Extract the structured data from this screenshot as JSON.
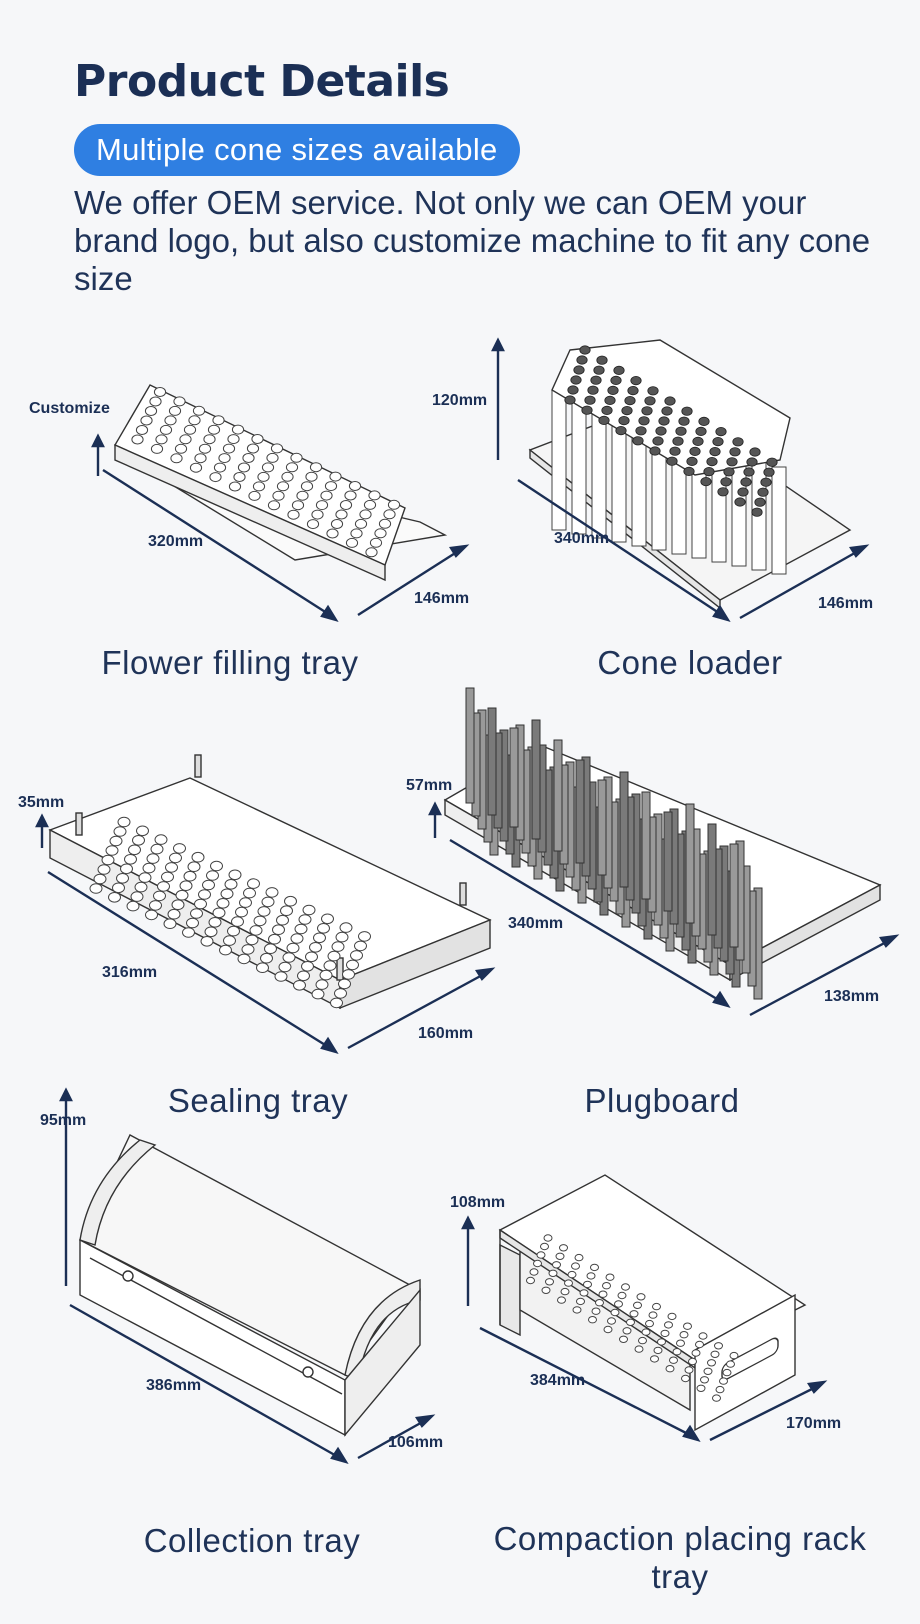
{
  "header": {
    "title": "Product Details",
    "badge": "Multiple cone sizes available",
    "intro": "We offer OEM service. Not only we can OEM your brand logo, but also customize machine to fit any cone size"
  },
  "products": [
    {
      "name": "Flower filling tray",
      "height": "Customize",
      "length": "320mm",
      "width": "146mm"
    },
    {
      "name": "Cone loader",
      "height": "120mm",
      "length": "340mm",
      "width": "146mm"
    },
    {
      "name": "Sealing tray",
      "height": "35mm",
      "length": "316mm",
      "width": "160mm"
    },
    {
      "name": "Plugboard",
      "height": "57mm",
      "length": "340mm",
      "width": "138mm"
    },
    {
      "name": "Collection tray",
      "height": "95mm",
      "length": "386mm",
      "width": "106mm"
    },
    {
      "name": "Compaction placing rack tray",
      "height": "108mm",
      "length": "384mm",
      "width": "170mm"
    }
  ],
  "colors": {
    "accent": "#2f7fe2",
    "text": "#1f3358",
    "arrow": "#1b2f55"
  }
}
